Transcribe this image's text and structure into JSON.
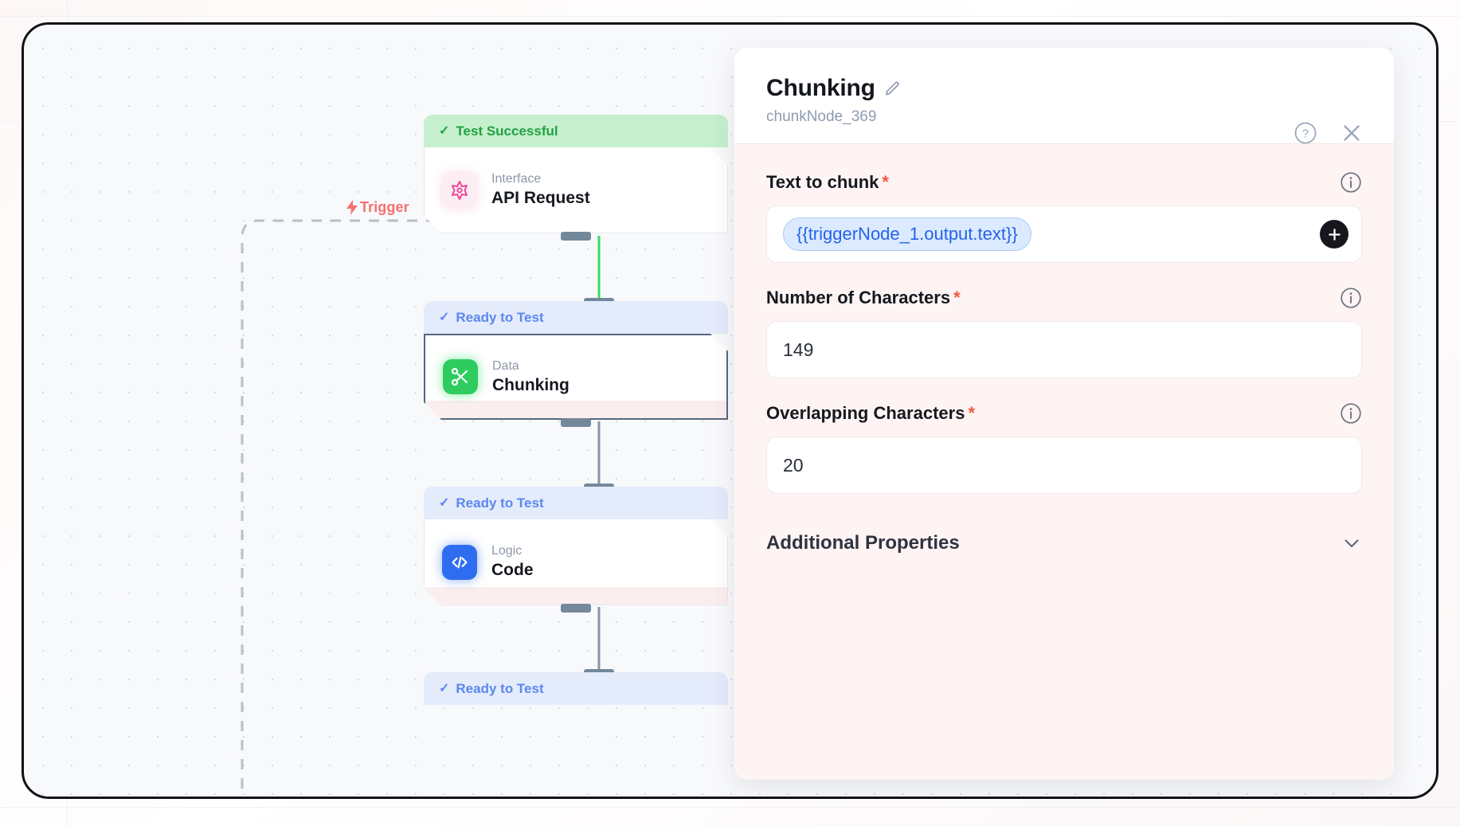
{
  "canvas": {
    "trigger": {
      "label": "Trigger",
      "icon": "lightning-bolt-icon",
      "color": "#f8706e"
    },
    "nodes": [
      {
        "status": "Test Successful",
        "status_type": "success",
        "kind": "Interface",
        "title": "API Request",
        "icon": "api-star-icon",
        "selected": false
      },
      {
        "status": "Ready to Test",
        "status_type": "ready",
        "kind": "Data",
        "title": "Chunking",
        "icon": "scissors-icon",
        "selected": true
      },
      {
        "status": "Ready to Test",
        "status_type": "ready",
        "kind": "Logic",
        "title": "Code",
        "icon": "code-brackets-icon",
        "selected": false
      },
      {
        "status": "Ready to Test",
        "status_type": "ready",
        "kind": "",
        "title": "",
        "icon": "",
        "selected": false
      }
    ],
    "edges": [
      {
        "from": "API Request",
        "to": "Chunking",
        "state": "active",
        "color": "#2fe05b"
      },
      {
        "from": "Chunking",
        "to": "Code",
        "state": "idle",
        "color": "#8795a8"
      },
      {
        "from": "Code",
        "to": "next",
        "state": "idle",
        "color": "#8795a8"
      }
    ]
  },
  "panel": {
    "title": "Chunking",
    "edit_icon": "pencil-icon",
    "subtitle": "chunkNode_369",
    "help_icon": "help-circle-icon",
    "close_icon": "close-icon",
    "fields": [
      {
        "label": "Text to chunk",
        "required": "*",
        "info_icon": "info-circle-icon",
        "type": "variable",
        "value": "{{triggerNode_1.output.text}}",
        "add_icon": "plus-icon"
      },
      {
        "label": "Number of Characters",
        "required": "*",
        "info_icon": "info-circle-icon",
        "type": "number",
        "value": "149"
      },
      {
        "label": "Overlapping Characters",
        "required": "*",
        "info_icon": "info-circle-icon",
        "type": "number",
        "value": "20"
      }
    ],
    "accordion": {
      "label": "Additional Properties",
      "chevron_icon": "chevron-down-icon",
      "expanded": false
    }
  },
  "colors": {
    "success_bg": "#c6f0cd",
    "success_fg": "#20a244",
    "ready_bg": "#e4ebfb",
    "ready_fg": "#5b87f0",
    "panel_bg": "#fdf4f3",
    "chip_bg": "#dbeafe",
    "chip_fg": "#2563eb",
    "required": "#f4563f"
  }
}
